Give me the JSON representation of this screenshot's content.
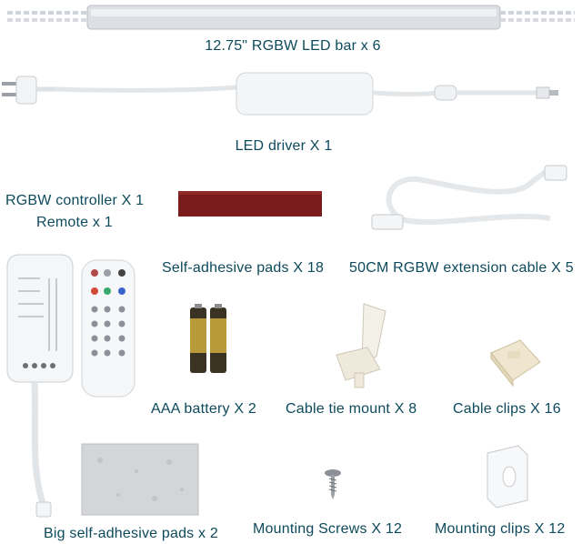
{
  "items": {
    "led_bar": "12.75\" RGBW LED bar x 6",
    "led_driver": "LED driver X 1",
    "rgbw_controller": "RGBW controller  X 1",
    "remote": "Remote x 1",
    "self_adhesive_pads": "Self-adhesive pads X 18",
    "extension_cable": "50CM RGBW extension cable X 5",
    "aaa_battery": "AAA battery X 2",
    "cable_tie_mount": "Cable tie mount X 8",
    "cable_clips": "Cable clips X 16",
    "big_pads": "Big self-adhesive pads x 2",
    "mounting_screws": "Mounting Screws X 12",
    "mounting_clips": "Mounting clips X 12"
  },
  "colors": {
    "label_text": "#0d4a5c",
    "pad_red": "#7a1c1c",
    "led_bar_silver": "#d9dde2"
  },
  "icons": [
    "led-bar-icon",
    "power-plug-icon",
    "led-driver-icon",
    "extension-cable-icon",
    "controller-box-icon",
    "remote-icon",
    "battery-icon",
    "cable-tie-mount-icon",
    "cable-clip-icon",
    "big-pad-icon",
    "screw-icon",
    "mounting-clip-icon",
    "adhesive-pad-icon"
  ]
}
